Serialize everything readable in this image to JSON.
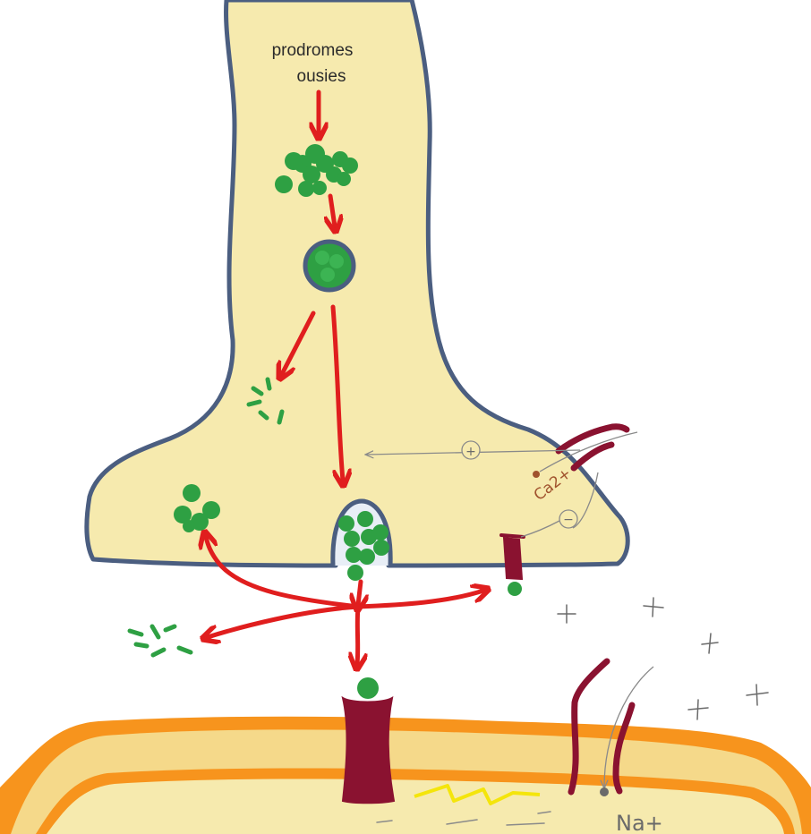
{
  "labels": {
    "precursor_line1": "prodromes",
    "precursor_line2": "ousies",
    "plus_sign": "+",
    "minus_sign": "−",
    "calcium": "Ca2+",
    "sodium": "Na+"
  },
  "colors": {
    "presynaptic_fill": "#f6eaae",
    "membrane": "#4b5e80",
    "arrow": "#e01e1e",
    "neurotransmitter": "#2ea043",
    "receptor": "#8a1230",
    "postsynaptic_outer": "#f7941d",
    "postsynaptic_band": "#f5d98a",
    "spark": "#f4e50b",
    "ions": "#6a6a6a"
  }
}
